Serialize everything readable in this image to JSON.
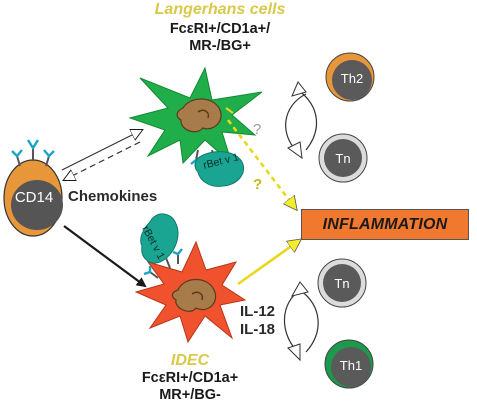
{
  "langerhans": {
    "title": "Langerhans cells",
    "markers_line1": "FcεRI+/CD1a+/",
    "markers_line2": "MR-/BG+"
  },
  "idec": {
    "title": "IDEC",
    "markers_line1": "FcεRI+/CD1a+",
    "markers_line2": "MR+/BG-"
  },
  "cd14": {
    "label": "CD14"
  },
  "chemokines": {
    "label": "Chemokines"
  },
  "inflammation": {
    "label": "INFLAMMATION"
  },
  "allergen_top": {
    "label": "rBet v 1"
  },
  "allergen_bottom": {
    "label": "rBet v 1"
  },
  "cytokines": {
    "line1": "IL-12",
    "line2": "IL-18"
  },
  "t_cells": {
    "th2": "Th2",
    "tn_top": "Tn",
    "tn_bottom": "Tn",
    "th1": "Th1"
  },
  "question_marks": {
    "q1": "?",
    "q2": "?"
  },
  "colors": {
    "langerhans_cell": "#1fae4a",
    "idec_cell": "#f0522e",
    "nucleus": "#a87c4a",
    "cd14_cell": "#e8963a",
    "allergen": "#1aa593",
    "inflammation_box": "#f0782f",
    "title_yellow": "#d8c94a",
    "th2_ring": "#e8963a",
    "th1_ring": "#1a9a4a",
    "dark_core": "#5a5a5a"
  }
}
